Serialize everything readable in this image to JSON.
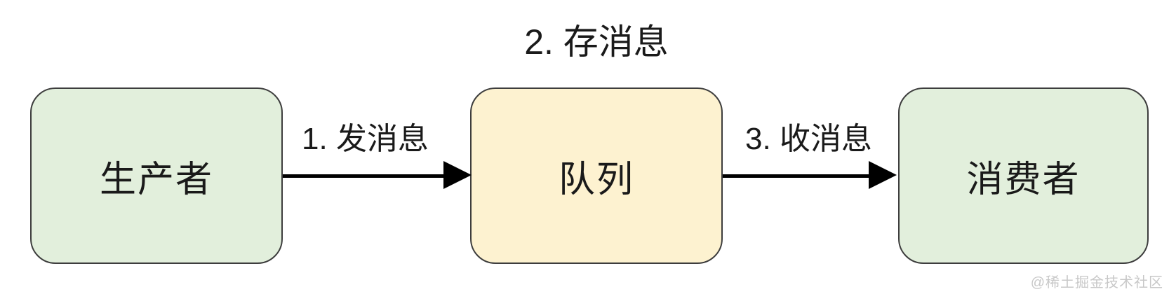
{
  "diagram": {
    "title_step": "2. 存消息",
    "nodes": [
      {
        "id": "producer",
        "label": "生产者"
      },
      {
        "id": "queue",
        "label": "队列"
      },
      {
        "id": "consumer",
        "label": "消费者"
      }
    ],
    "edges": [
      {
        "from": "producer",
        "to": "queue",
        "label": "1. 发消息"
      },
      {
        "from": "queue",
        "to": "consumer",
        "label": "3. 收消息"
      }
    ]
  },
  "watermark": "@稀土掘金技术社区",
  "colors": {
    "background": "#ffffff",
    "node_border": "#3d3d3d",
    "arrow": "#000000",
    "text": "#1a1a1a",
    "watermark": "#c8c8c8",
    "producer_fill": "#e2efdc",
    "queue_fill": "#fdf2d0",
    "consumer_fill": "#e2efdc"
  }
}
